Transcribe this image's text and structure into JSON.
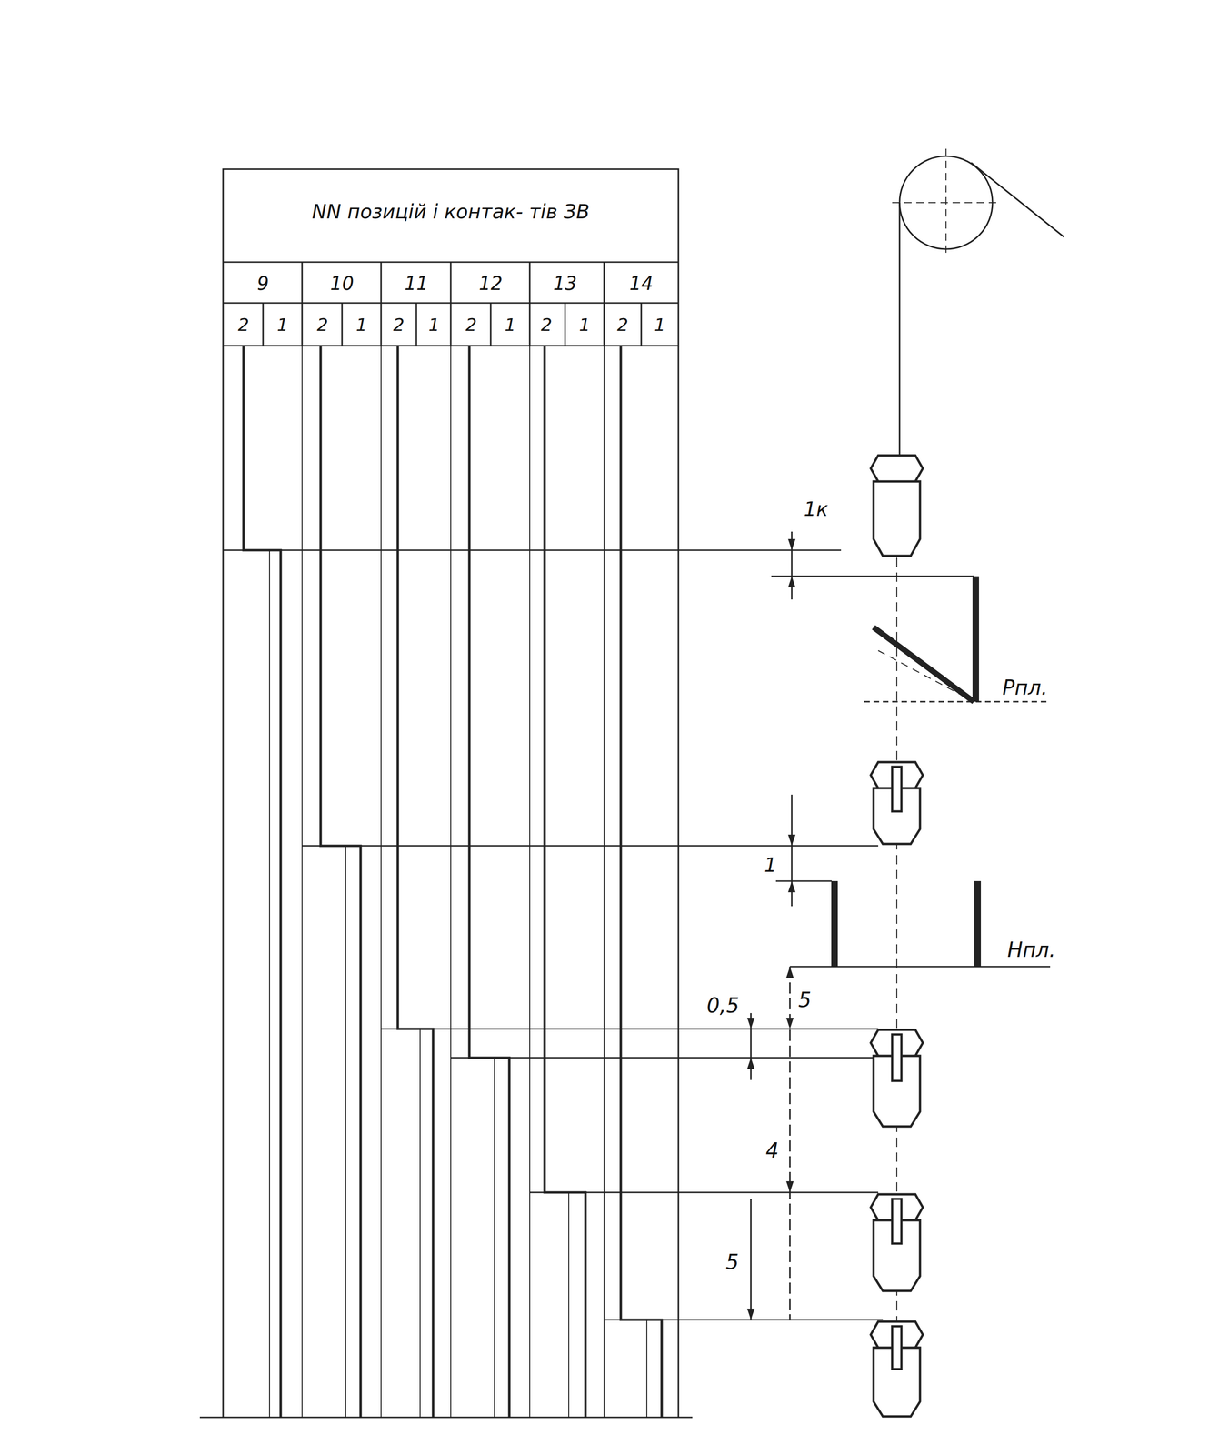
{
  "diagram": {
    "labels": [
      "NN позицій і контак- тів ЗВ",
      "9",
      "10",
      "11",
      "12",
      "13",
      "14",
      "2",
      "1",
      "2",
      "1",
      "2",
      "1",
      "2",
      "1",
      "2",
      "1",
      "2",
      "1",
      "1к",
      "Рпл.",
      "1",
      "Нпл.",
      "0,5",
      "5",
      "4",
      "5"
    ]
  }
}
